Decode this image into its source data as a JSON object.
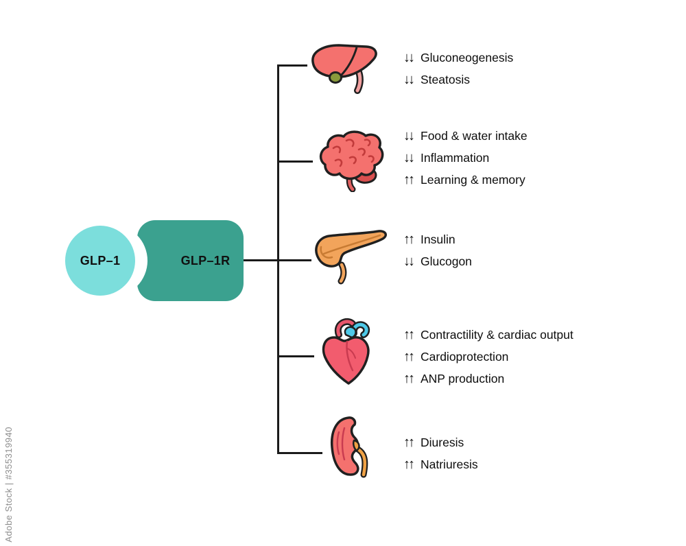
{
  "watermark": "Adobe Stock | #355319940",
  "ligand": {
    "label": "GLP–1"
  },
  "receptor": {
    "label": "GLP–1R"
  },
  "colors": {
    "ligand": "#7CDEDC",
    "receptor": "#3BA18F",
    "line": "#1a1a1a"
  },
  "branches": [
    {
      "organ": "Liver",
      "icon": "liver-icon",
      "effects": [
        {
          "arrows": "↓↓",
          "text": "Gluconeogenesis"
        },
        {
          "arrows": "↓↓",
          "text": "Steatosis"
        }
      ]
    },
    {
      "organ": "Brain",
      "icon": "brain-icon",
      "effects": [
        {
          "arrows": "↓↓",
          "text": "Food & water intake"
        },
        {
          "arrows": "↓↓",
          "text": "Inflammation"
        },
        {
          "arrows": "↑↑",
          "text": "Learning & memory"
        }
      ]
    },
    {
      "organ": "Pancreas",
      "icon": "pancreas-icon",
      "effects": [
        {
          "arrows": "↑↑",
          "text": "Insulin"
        },
        {
          "arrows": "↓↓",
          "text": "Glucogon"
        }
      ]
    },
    {
      "organ": "Heart",
      "icon": "heart-icon",
      "effects": [
        {
          "arrows": "↑↑",
          "text": "Contractility & cardiac output"
        },
        {
          "arrows": "↑↑",
          "text": "Cardioprotection"
        },
        {
          "arrows": "↑↑",
          "text": "ANP production"
        }
      ]
    },
    {
      "organ": "Kidney",
      "icon": "kidney-icon",
      "effects": [
        {
          "arrows": "↑↑",
          "text": "Diuresis"
        },
        {
          "arrows": "↑↑",
          "text": "Natriuresis"
        }
      ]
    }
  ]
}
